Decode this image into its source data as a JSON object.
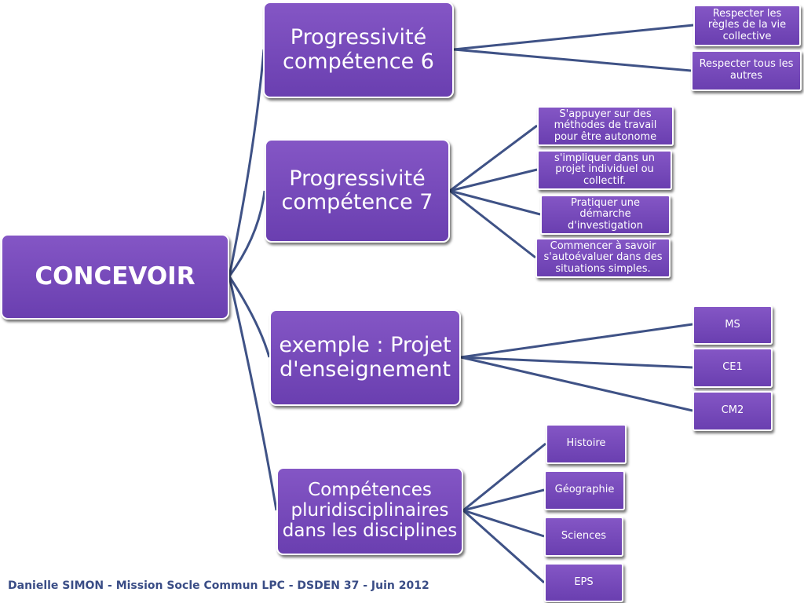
{
  "root": {
    "label": "CONCEVOIR"
  },
  "branches": [
    {
      "label": "Progressivité compétence 6",
      "children": [
        "Respecter les règles de la vie collective",
        "Respecter tous les autres"
      ]
    },
    {
      "label": "Progressivité compétence 7",
      "children": [
        "S'appuyer sur des méthodes de travail pour être autonome",
        "s'impliquer dans un projet individuel ou collectif.",
        "Pratiquer une démarche d'investigation",
        "Commencer à savoir s'autoévaluer dans des situations simples."
      ]
    },
    {
      "label": "exemple : Projet d'enseignement",
      "children": [
        "MS",
        "CE1",
        "CM2"
      ]
    },
    {
      "label": "Compétences pluridisciplinaires dans les disciplines",
      "children": [
        "Histoire",
        "Géographie",
        "Sciences",
        "EPS"
      ]
    }
  ],
  "footer": "Danielle SIMON - Mission Socle Commun LPC - DSDEN 37 - Juin 2012",
  "colors": {
    "node_fill": "#7447b8",
    "connector": "#3f5286",
    "footer_text": "#3a4d86"
  }
}
